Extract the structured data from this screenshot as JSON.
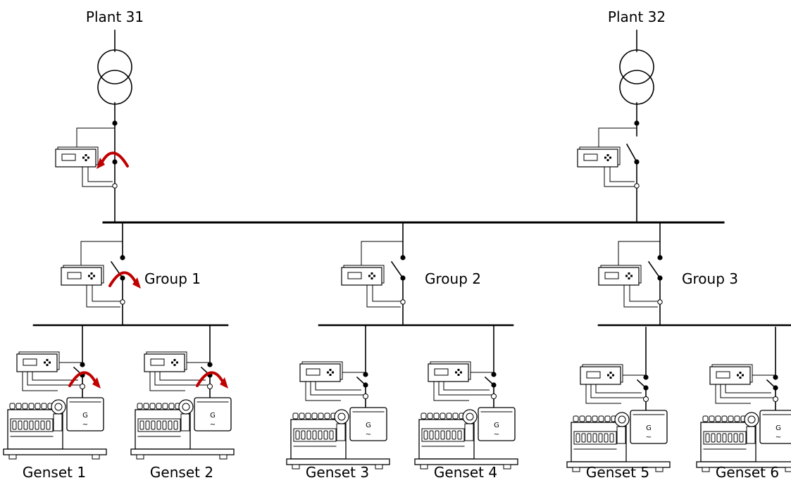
{
  "plants": [
    {
      "label": "Plant 31",
      "breaker": "closed",
      "arrow": "closing"
    },
    {
      "label": "Plant 32",
      "breaker": "open",
      "arrow": "none"
    }
  ],
  "groups": [
    {
      "label": "Group 1",
      "breaker": "open",
      "arrow": "opening"
    },
    {
      "label": "Group 2",
      "breaker": "open",
      "arrow": "none"
    },
    {
      "label": "Group 3",
      "breaker": "open",
      "arrow": "none"
    }
  ],
  "gensets": [
    {
      "label": "Genset 1",
      "group": 1,
      "arrow": "opening"
    },
    {
      "label": "Genset 2",
      "group": 1,
      "arrow": "opening"
    },
    {
      "label": "Genset 3",
      "group": 2,
      "arrow": "none"
    },
    {
      "label": "Genset 4",
      "group": 2,
      "arrow": "none"
    },
    {
      "label": "Genset 5",
      "group": 3,
      "arrow": "none"
    },
    {
      "label": "Genset 6",
      "group": 3,
      "arrow": "none"
    }
  ],
  "generator_symbol": {
    "letter": "G",
    "wave": "~"
  },
  "colors": {
    "line": "#000000",
    "arrow": "#c00000"
  }
}
